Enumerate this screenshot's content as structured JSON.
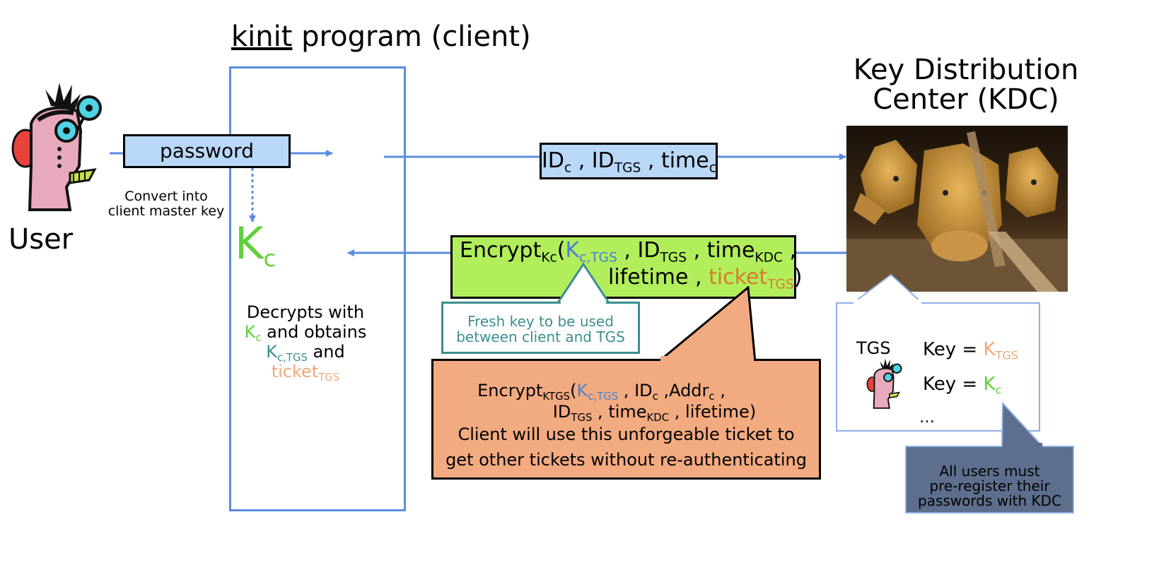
{
  "kinit_title": {
    "underlined": "kinit",
    "rest": " program (client)"
  },
  "kdc_title": {
    "line1": "Key Distribution",
    "line2": "Center (KDC)"
  },
  "user_label": "User",
  "password_label": "password",
  "convert_note": {
    "line1": "Convert into",
    "line2": "client master key"
  },
  "kc": {
    "K": "K",
    "c": "c"
  },
  "request_msg": {
    "id": "ID",
    "c": "c",
    "sep1": " , ",
    "id2": "ID",
    "tgs": "TGS",
    "sep2": " , ",
    "time": "time",
    "c2": "c"
  },
  "reply_msg": {
    "encrypt": "Encrypt",
    "kc_sub": "Kc",
    "open": "(",
    "k": "K",
    "ctgs": "c,TGS",
    "sep1": " , ",
    "id": "ID",
    "tgs": "TGS",
    "sep2": " , ",
    "time": "time",
    "kdc": "KDC",
    "sep3": " ,",
    "lifetime": "lifetime , ",
    "ticket": "ticket",
    "ticket_sub": "TGS",
    "close": ")"
  },
  "decrypt_note": {
    "line1": "Decrypts with",
    "k1": "K",
    "c1": "c",
    "line2_rest": " and obtains",
    "k2": "K",
    "ctgs": "c,TGS",
    "and": " and",
    "ticket": "ticket",
    "ticket_sub": "TGS"
  },
  "fresh_key_note": {
    "line1": "Fresh key to be used",
    "line2": "between client and TGS"
  },
  "ticket_note": {
    "encrypt": "Encrypt",
    "ktgs": "KTGS",
    "open": "(",
    "k": "K",
    "ctgs": "c,TGS",
    "sep1": " , ",
    "id": "ID",
    "c": "c",
    "sep2": " ,",
    "addr": "Addr",
    "c2": "c",
    "sep3": " ,",
    "id2": "ID",
    "tgs": "TGS",
    "sep4": " , ",
    "time": "time",
    "kdc": "KDC",
    "sep5": " , ",
    "lifetime": "lifetime)",
    "line3": "Client will use this unforgeable ticket to",
    "line4": "get other tickets without re-authenticating"
  },
  "kdc_table": {
    "tgs_label": "TGS",
    "key1": "Key = ",
    "k1": "K",
    "tgs_sub": "TGS",
    "key2": "Key = ",
    "k2": "K",
    "c_sub": "c",
    "ellipsis": "…"
  },
  "register_note": {
    "line1": "All users must",
    "line2": "pre-register their",
    "line3": "passwords with KDC"
  },
  "colors": {
    "arrow": "#5b8de0",
    "green": "#5fd13b",
    "blue": "#4a7fd4",
    "teal": "#3b8f8f",
    "orange": "#d97a2b",
    "peach": "#f0a878",
    "slate": "#5d6f8c"
  }
}
